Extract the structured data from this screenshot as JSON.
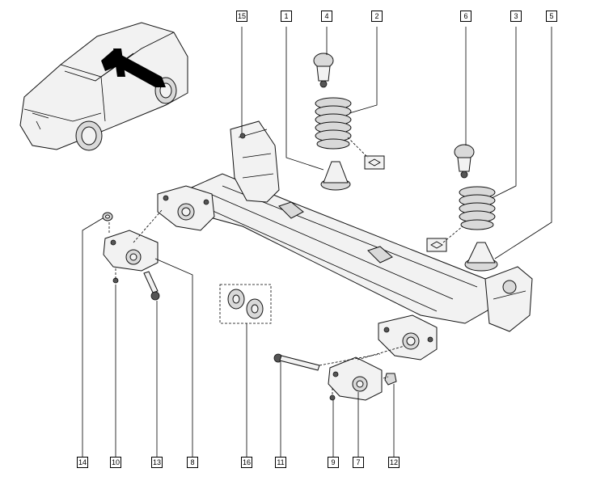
{
  "callouts": [
    {
      "label": "15"
    },
    {
      "label": "1"
    },
    {
      "label": "4"
    },
    {
      "label": "2"
    },
    {
      "label": "6"
    },
    {
      "label": "3"
    },
    {
      "label": "5"
    },
    {
      "label": "14"
    },
    {
      "label": "10"
    },
    {
      "label": "13"
    },
    {
      "label": "8"
    },
    {
      "label": "16"
    },
    {
      "label": "11"
    },
    {
      "label": "9"
    },
    {
      "label": "7"
    },
    {
      "label": "12"
    }
  ]
}
